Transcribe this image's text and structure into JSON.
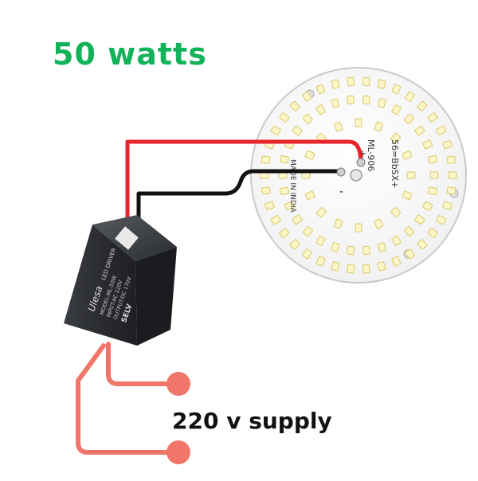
{
  "title": "50 watts",
  "supply_label": "220 v supply",
  "pcb": {
    "model": "ML-906",
    "spec": "56=BbSX+",
    "made_in": "MADE IN INDIA",
    "plus": "+",
    "minus": "-"
  },
  "driver": {
    "brand": "Ulesa",
    "type": "LED DRIVER",
    "lines": [
      "MODEL:ML-50W",
      "INPUT:AC 220V",
      "OUTPUT:DC 170V",
      "SELV"
    ]
  },
  "colors": {
    "title": "#12b25a",
    "red_wire": "#e8232b",
    "black_wire": "#111111",
    "ac_wire": "#f0766a",
    "pcb": "#ffffff",
    "pcb_edge": "#c9c9c9",
    "driver_body": "#2c2f33"
  }
}
